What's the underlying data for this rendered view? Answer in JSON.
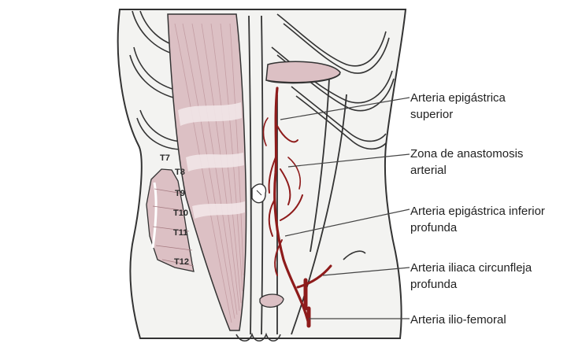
{
  "labels": [
    {
      "id": "sup",
      "lines": [
        "Arteria epigástrica",
        "superior"
      ]
    },
    {
      "id": "anast",
      "lines": [
        "Zona de anastomosis",
        "arterial"
      ]
    },
    {
      "id": "inf",
      "lines": [
        "Arteria epigástrica inferior",
        "profunda"
      ]
    },
    {
      "id": "iliac",
      "lines": [
        "Arteria iliaca circunfleja",
        "profunda"
      ]
    },
    {
      "id": "ilfem",
      "lines": [
        "Arteria ilio-femoral"
      ]
    }
  ],
  "segments": [
    "T7",
    "T8",
    "T9",
    "T10",
    "T11",
    "T12"
  ],
  "colors": {
    "skin": "#f3f3f1",
    "outline": "#333333",
    "muscle": "#dcc0c4",
    "muscle_dark": "#c49ea4",
    "tendon": "#f2e6e8",
    "artery": "#8e1b1b",
    "artery_dark": "#6a0f10",
    "leader": "#444444"
  }
}
